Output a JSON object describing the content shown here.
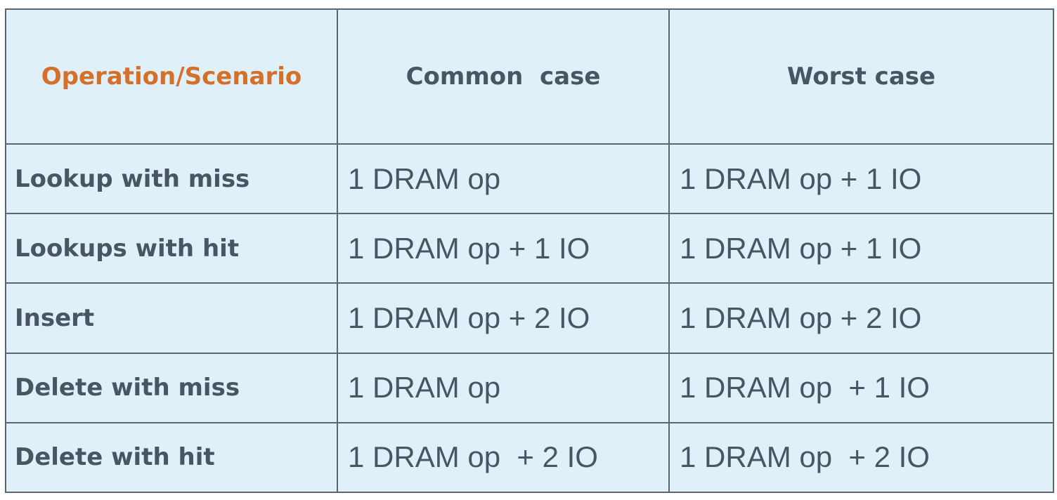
{
  "colors": {
    "background": "#dff0f8",
    "border": "#5b6673",
    "text": "#4a5563",
    "accent": "#d4702a"
  },
  "table": {
    "headers": [
      "Operation/Scenario",
      "Common  case",
      "Worst case"
    ],
    "rows": [
      {
        "scenario": "Lookup with miss",
        "common": "1 DRAM op",
        "worst": "1 DRAM op + 1 IO"
      },
      {
        "scenario": "Lookups with hit",
        "common": "1 DRAM op + 1 IO",
        "worst": "1 DRAM op + 1 IO"
      },
      {
        "scenario": "Insert",
        "common": "1 DRAM op + 2 IO",
        "worst": "1 DRAM op + 2 IO"
      },
      {
        "scenario": "Delete with miss",
        "common": "1 DRAM op",
        "worst": "1 DRAM op  + 1 IO"
      },
      {
        "scenario": "Delete with hit",
        "common": "1 DRAM op  + 2 IO",
        "worst": "1 DRAM op  + 2 IO"
      }
    ]
  }
}
